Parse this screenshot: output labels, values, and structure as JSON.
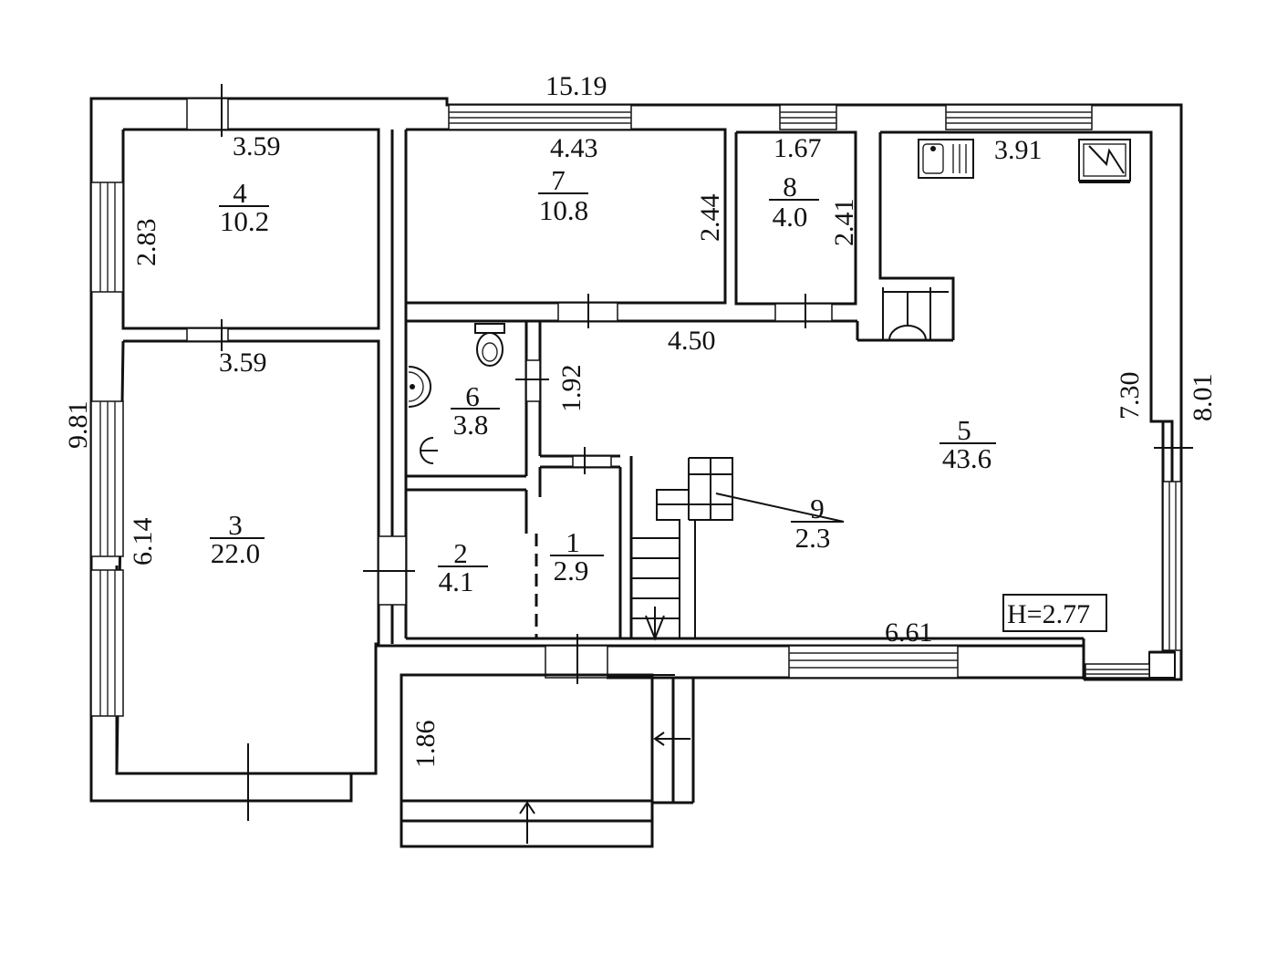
{
  "plan": {
    "overall_width": "15.19",
    "overall_depth": "9.81",
    "right_depth": "8.01",
    "ceiling_height": "H=2.77"
  },
  "rooms": [
    {
      "number": "1",
      "area": "2.9"
    },
    {
      "number": "2",
      "area": "4.1"
    },
    {
      "number": "3",
      "area": "22.0"
    },
    {
      "number": "4",
      "area": "10.2"
    },
    {
      "number": "5",
      "area": "43.6"
    },
    {
      "number": "6",
      "area": "3.8"
    },
    {
      "number": "7",
      "area": "10.8"
    },
    {
      "number": "8",
      "area": "4.0"
    },
    {
      "number": "9",
      "area": "2.3"
    }
  ],
  "dimensions": {
    "room4_width": "3.59",
    "room4_depth": "2.83",
    "room3_width": "3.59",
    "room3_depth": "6.14",
    "room7_width": "4.43",
    "room7_depth": "2.44",
    "room8_width": "1.67",
    "room8_depth": "2.41",
    "kitchen_width": "3.91",
    "hall_width": "4.50",
    "room6_depth": "1.92",
    "room5_depth": "7.30",
    "room5_bottom_width": "6.61",
    "porch_depth": "1.86"
  }
}
